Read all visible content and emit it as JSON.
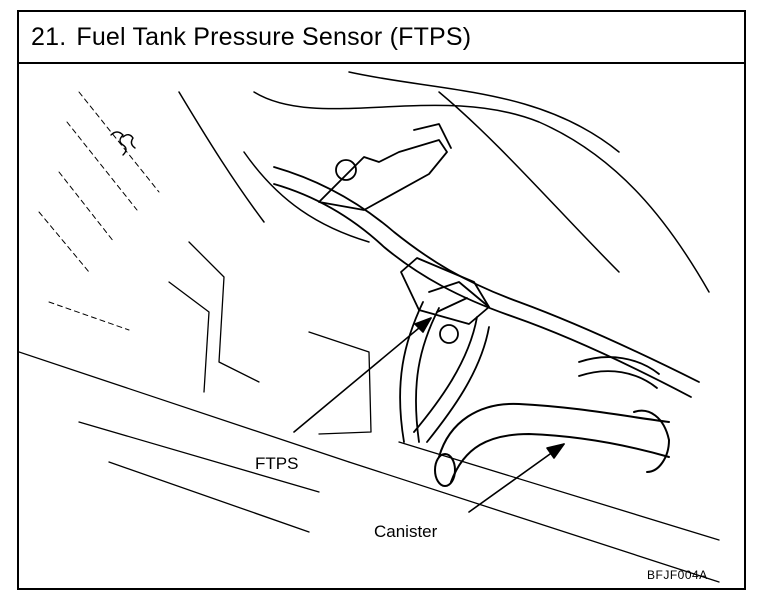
{
  "header": {
    "number": "21.",
    "title": "Fuel Tank Pressure Sensor (FTPS)"
  },
  "callouts": {
    "ftps": "FTPS",
    "canister": "Canister"
  },
  "figure_code": "BFJF004A"
}
